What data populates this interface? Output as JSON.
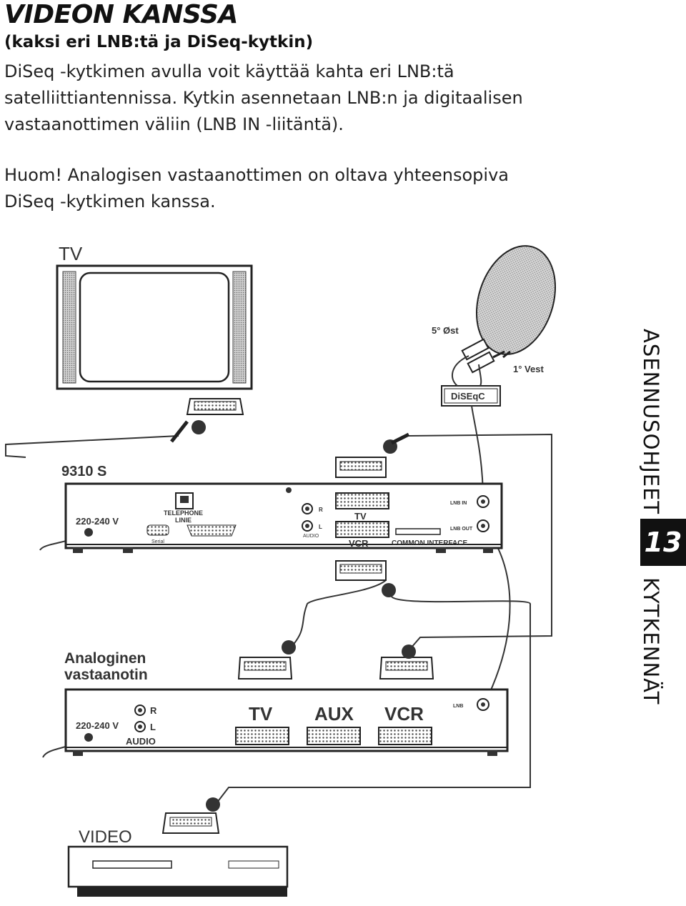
{
  "header": {
    "title": "VIDEON KANSSA",
    "subtitle": "(kaksi eri LNB:tä ja DiSeq-kytkin)"
  },
  "body": {
    "paragraph1": [
      "DiSeq -kytkimen avulla voit käyttää kahta eri LNB:tä",
      "satelliittiantennissa. Kytkin asennetaan LNB:n ja digitaalisen",
      "vastaanottimen väliin (LNB IN -liitäntä)."
    ],
    "paragraph2": [
      "Huom! Analogisen vastaanottimen on oltava yhteensopiva",
      "DiSeq -kytkimen kanssa."
    ]
  },
  "sidebar": {
    "section_label": "ASENNUSOHJEET",
    "chapter_number": "13",
    "subsection_label": "KYTKENNÄT"
  },
  "diagram": {
    "tv_label": "TV",
    "dish_east": "5° Øst",
    "dish_west": "1° Vest",
    "diseqc_label": "DiSEqC",
    "digital_receiver": {
      "model": "9310 S",
      "power": "220-240 V",
      "telephone": "TELEPHONE",
      "linie": "LINIE",
      "serial": "Serial",
      "audio_r": "R",
      "audio_l": "L",
      "audio": "AUDIO",
      "scart_tv": "TV",
      "scart_vcr": "VCR",
      "common_interface": "COMMON INTERFACE",
      "lnb_in": "LNB IN",
      "lnb_out": "LNB OUT"
    },
    "analog_receiver": {
      "label_line1": "Analoginen",
      "label_line2": "vastaanotin",
      "power": "220-240 V",
      "audio_r": "R",
      "audio_l": "L",
      "audio": "AUDIO",
      "scart_tv": "TV",
      "scart_aux": "AUX",
      "scart_vcr": "VCR",
      "lnb": "LNB"
    },
    "video_label": "VIDEO"
  }
}
